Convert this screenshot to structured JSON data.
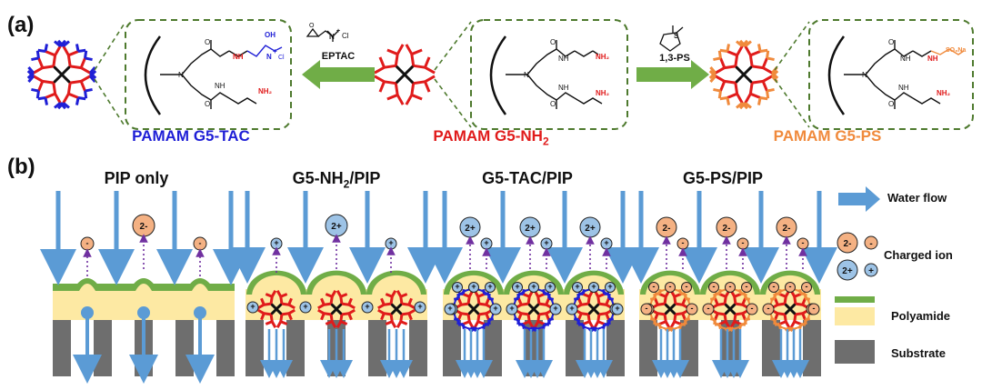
{
  "panels": {
    "a": "(a)",
    "b": "(b)"
  },
  "molecules": {
    "tac": {
      "name": "PAMAM G5-TAC",
      "color": "#1f1fd6"
    },
    "nh2": {
      "name_main": "PAMAM G5-NH",
      "name_sub": "2",
      "color": "#e01b1b"
    },
    "ps": {
      "name": "PAMAM G5-PS",
      "color": "#f08a3c"
    }
  },
  "reagents": {
    "left": "EPTAC",
    "right": "1,3-PS"
  },
  "chem_labels": {
    "oh": "OH",
    "n": "N",
    "nplus": "N",
    "plus": "+",
    "cl": "Cl",
    "nh": "NH",
    "o": "O",
    "h": "H",
    "nh2": "NH₂",
    "so3na": "SO₃Na",
    "s": "S"
  },
  "membrane_titles": {
    "pip": "PIP only",
    "nh2_main": "G5-NH",
    "nh2_sub": "2",
    "nh2_tail": "/PIP",
    "tac": "G5-TAC/PIP",
    "ps": "G5-PS/PIP"
  },
  "ions": {
    "neg2": "2-",
    "pos2": "2+",
    "neg": "-",
    "pos": "+"
  },
  "legend": {
    "water": "Water flow",
    "ion": "Charged ion",
    "polyamide": "Polyamide",
    "substrate": "Substrate"
  },
  "colors": {
    "water": "#5b9bd5",
    "polyamide": "#fde9a3",
    "pa_top": "#70ad47",
    "substrate": "#6e6e6e",
    "ion_neg": "#f4b183",
    "ion_pos": "#9dc3e6",
    "dot_arrow": "#7030a0",
    "reaction_arrow": "#70ad47",
    "inset_border": "#4e7a2e",
    "dendrimer_core": "#111111"
  }
}
